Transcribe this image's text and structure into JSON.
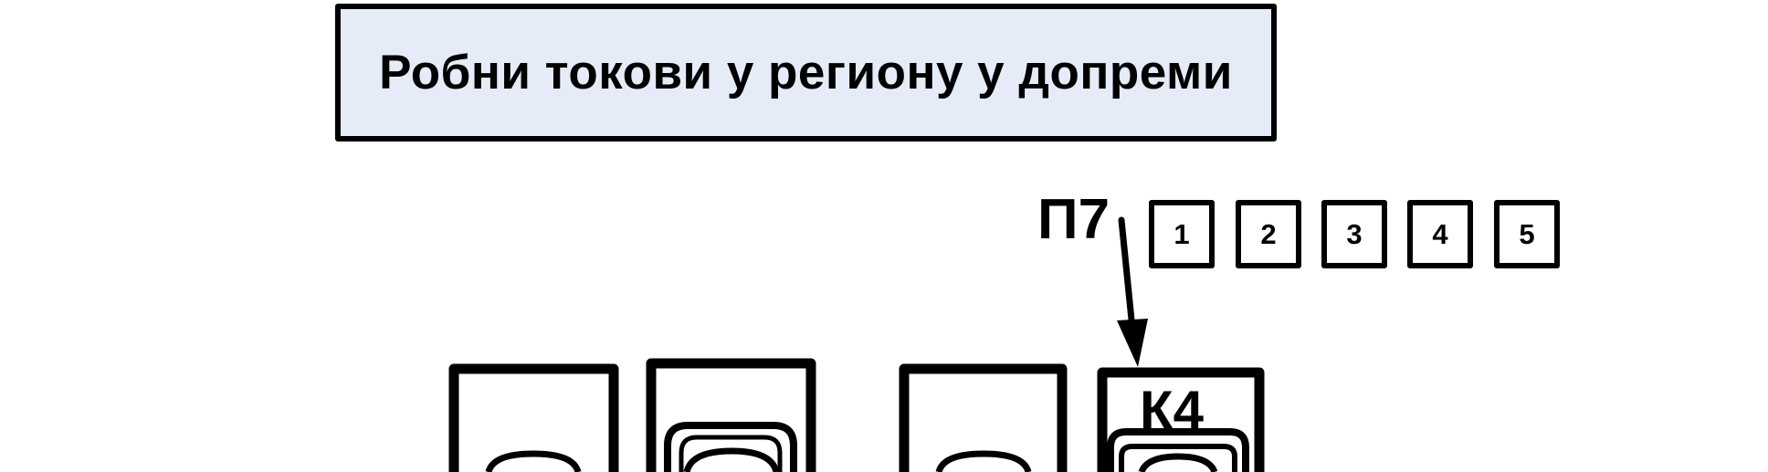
{
  "title": "Робни токови у региону у допреми",
  "pointer_label": "П7",
  "slots": [
    {
      "label": "1"
    },
    {
      "label": "2"
    },
    {
      "label": "3"
    },
    {
      "label": "4"
    },
    {
      "label": "5"
    }
  ],
  "box_label": "К4",
  "colors": {
    "title_fill": "#e6ecf7",
    "stroke": "#000000"
  }
}
